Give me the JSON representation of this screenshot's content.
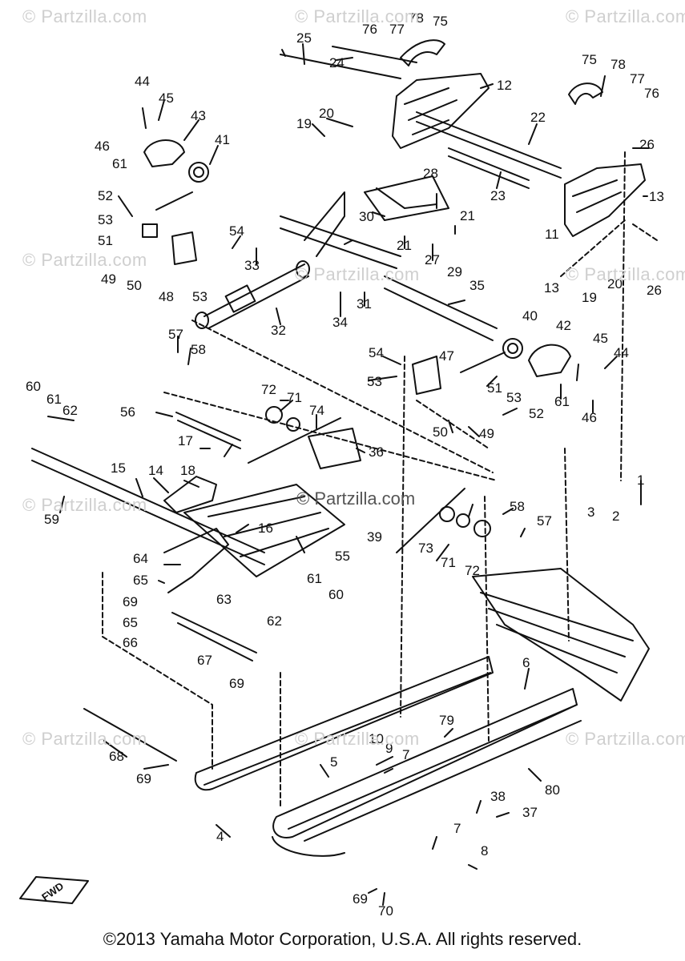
{
  "watermark": "© Partzilla.com",
  "center_watermark": "© Partzilla.com",
  "copyright": "©2013 Yamaha Motor Corporation, U.S.A. All rights reserved.",
  "fwd_label": "FWD",
  "callouts": [
    "1",
    "2",
    "3",
    "4",
    "5",
    "6",
    "7",
    "7",
    "8",
    "9",
    "10",
    "11",
    "12",
    "13",
    "13",
    "14",
    "15",
    "16",
    "17",
    "18",
    "19",
    "19",
    "20",
    "20",
    "21",
    "21",
    "22",
    "23",
    "24",
    "25",
    "26",
    "26",
    "27",
    "28",
    "29",
    "30",
    "31",
    "32",
    "33",
    "34",
    "35",
    "36",
    "37",
    "38",
    "39",
    "40",
    "41",
    "42",
    "43",
    "44",
    "44",
    "45",
    "45",
    "46",
    "46",
    "47",
    "48",
    "49",
    "49",
    "50",
    "50",
    "51",
    "51",
    "52",
    "52",
    "53",
    "53",
    "53",
    "53",
    "54",
    "54",
    "55",
    "56",
    "57",
    "57",
    "58",
    "58",
    "59",
    "60",
    "60",
    "61",
    "61",
    "61",
    "61",
    "62",
    "62",
    "63",
    "64",
    "65",
    "65",
    "66",
    "67",
    "68",
    "69",
    "69",
    "69",
    "69",
    "70",
    "71",
    "71",
    "72",
    "72",
    "73",
    "74",
    "75",
    "75",
    "76",
    "76",
    "77",
    "77",
    "78",
    "78",
    "79",
    "80"
  ]
}
